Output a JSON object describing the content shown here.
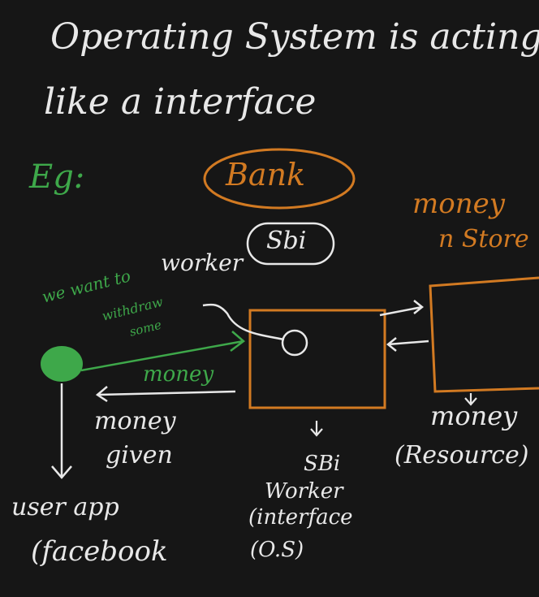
{
  "title": {
    "line1": "Operating System is acting",
    "line2": "like a interface"
  },
  "example_label": "Eg:",
  "bank": {
    "label": "Bank",
    "sub_label": "Sbi"
  },
  "worker_label": "worker",
  "storage": {
    "label_line1": "money",
    "label_line2": "n Store"
  },
  "green_note": {
    "line1": "we want to",
    "line2": "withdraw",
    "line3": "some"
  },
  "money_arrow_label": "money",
  "money_given": {
    "line1": "money",
    "line2": "given"
  },
  "user_app": {
    "line1": "user app",
    "line2": "(facebook"
  },
  "sbi_worker": {
    "line1": "SBi",
    "line2": "Worker",
    "line3": "(interface",
    "line4": "(O.S)"
  },
  "resource": {
    "line1": "money",
    "line2": "(Resource)"
  },
  "colors": {
    "background": "#161616",
    "ink": "#e8e8e8",
    "orange": "#d27a22",
    "green": "#3ea84a"
  }
}
